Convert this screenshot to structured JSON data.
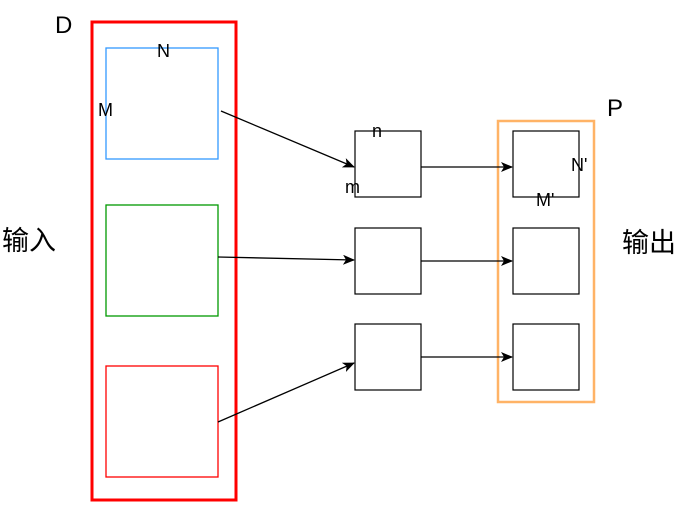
{
  "labels": {
    "input_group": "D",
    "output_group": "P",
    "input_caption": "输入",
    "output_caption": "输出",
    "input_width": "N",
    "input_height": "M",
    "kernel_width": "n",
    "kernel_height": "m",
    "output_width": "N'",
    "output_height": "M'"
  },
  "colors": {
    "input_group_border": "#ff0000",
    "output_group_border": "#ffb366",
    "input_block_1": "#3399ff",
    "input_block_2": "#009900",
    "input_block_3": "#ff0000",
    "kernel_border": "#000000",
    "output_border": "#000000",
    "arrow": "#000000"
  }
}
